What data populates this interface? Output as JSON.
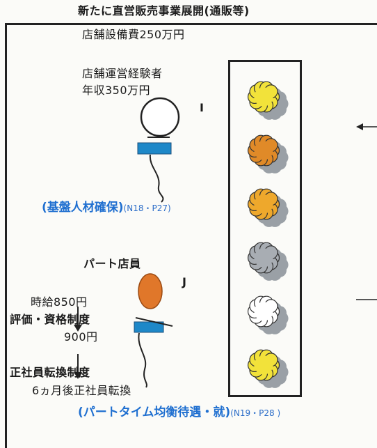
{
  "header": {
    "title_partial": "新たに直営販売事業展開(通販等)",
    "cost": "店舗設備費250万円"
  },
  "manager": {
    "line1": "店舗運営経験者",
    "line2": "年収350万円",
    "tag": "I",
    "caption": "(基盤人材確保)",
    "ref": "(N18・P27)",
    "head_color": "#ffffff",
    "badge_color": "#1e88c8"
  },
  "part_timer": {
    "title": "パート店員",
    "tag": "J",
    "wage": "時給850円",
    "eval": "評価・資格制度",
    "wage2": "900円",
    "conversion": "正社員転換制度",
    "conversion_note": "6ヵ月後正社員転換",
    "caption": "(パートタイム均衡待遇・就)",
    "ref": "(N19・P28  )",
    "head_color": "#e0772a",
    "badge_color": "#1e88c8"
  },
  "staff_column": {
    "dots": [
      {
        "name": "staff-dot-yellow-1",
        "color": "#f2e23a"
      },
      {
        "name": "staff-dot-orange-1",
        "color": "#e08a28"
      },
      {
        "name": "staff-dot-orange-2",
        "color": "#eea82c"
      },
      {
        "name": "staff-dot-gray",
        "color": "#a8adb3"
      },
      {
        "name": "staff-dot-white",
        "color": "#ffffff"
      },
      {
        "name": "staff-dot-yellow-2",
        "color": "#f2e23a"
      }
    ],
    "shadow_color": "#9aa0a6"
  }
}
